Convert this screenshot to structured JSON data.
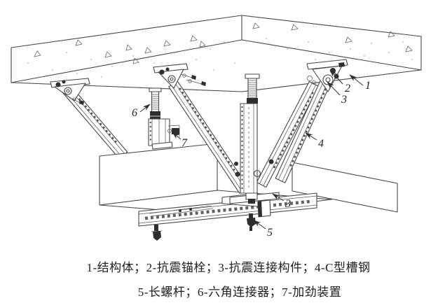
{
  "diagram": {
    "type": "technical-line-drawing",
    "subject": "seismic bracing assembly suspended from concrete slab",
    "colors": {
      "background": "#ffffff",
      "line": "#474747",
      "dark_hardware": "#2e2e2e"
    },
    "part_labels": {
      "p1": "1",
      "p2": "2",
      "p3_upper": "3",
      "p3_lower": "3",
      "p4": "4",
      "p5": "5",
      "p6": "6",
      "p7": "7"
    },
    "caption": {
      "line1": "1-结构体；2-抗震锚栓；3-抗震连接构件；4-C型槽钢",
      "line2": "5-长螺杆；6-六角连接器；7-加劲装置"
    },
    "legend_parts": [
      {
        "num": "1",
        "name": "结构体"
      },
      {
        "num": "2",
        "name": "抗震锚栓"
      },
      {
        "num": "3",
        "name": "抗震连接构件"
      },
      {
        "num": "4",
        "name": "C型槽钢"
      },
      {
        "num": "5",
        "name": "长螺杆"
      },
      {
        "num": "6",
        "name": "六角连接器"
      },
      {
        "num": "7",
        "name": "加劲装置"
      }
    ]
  }
}
